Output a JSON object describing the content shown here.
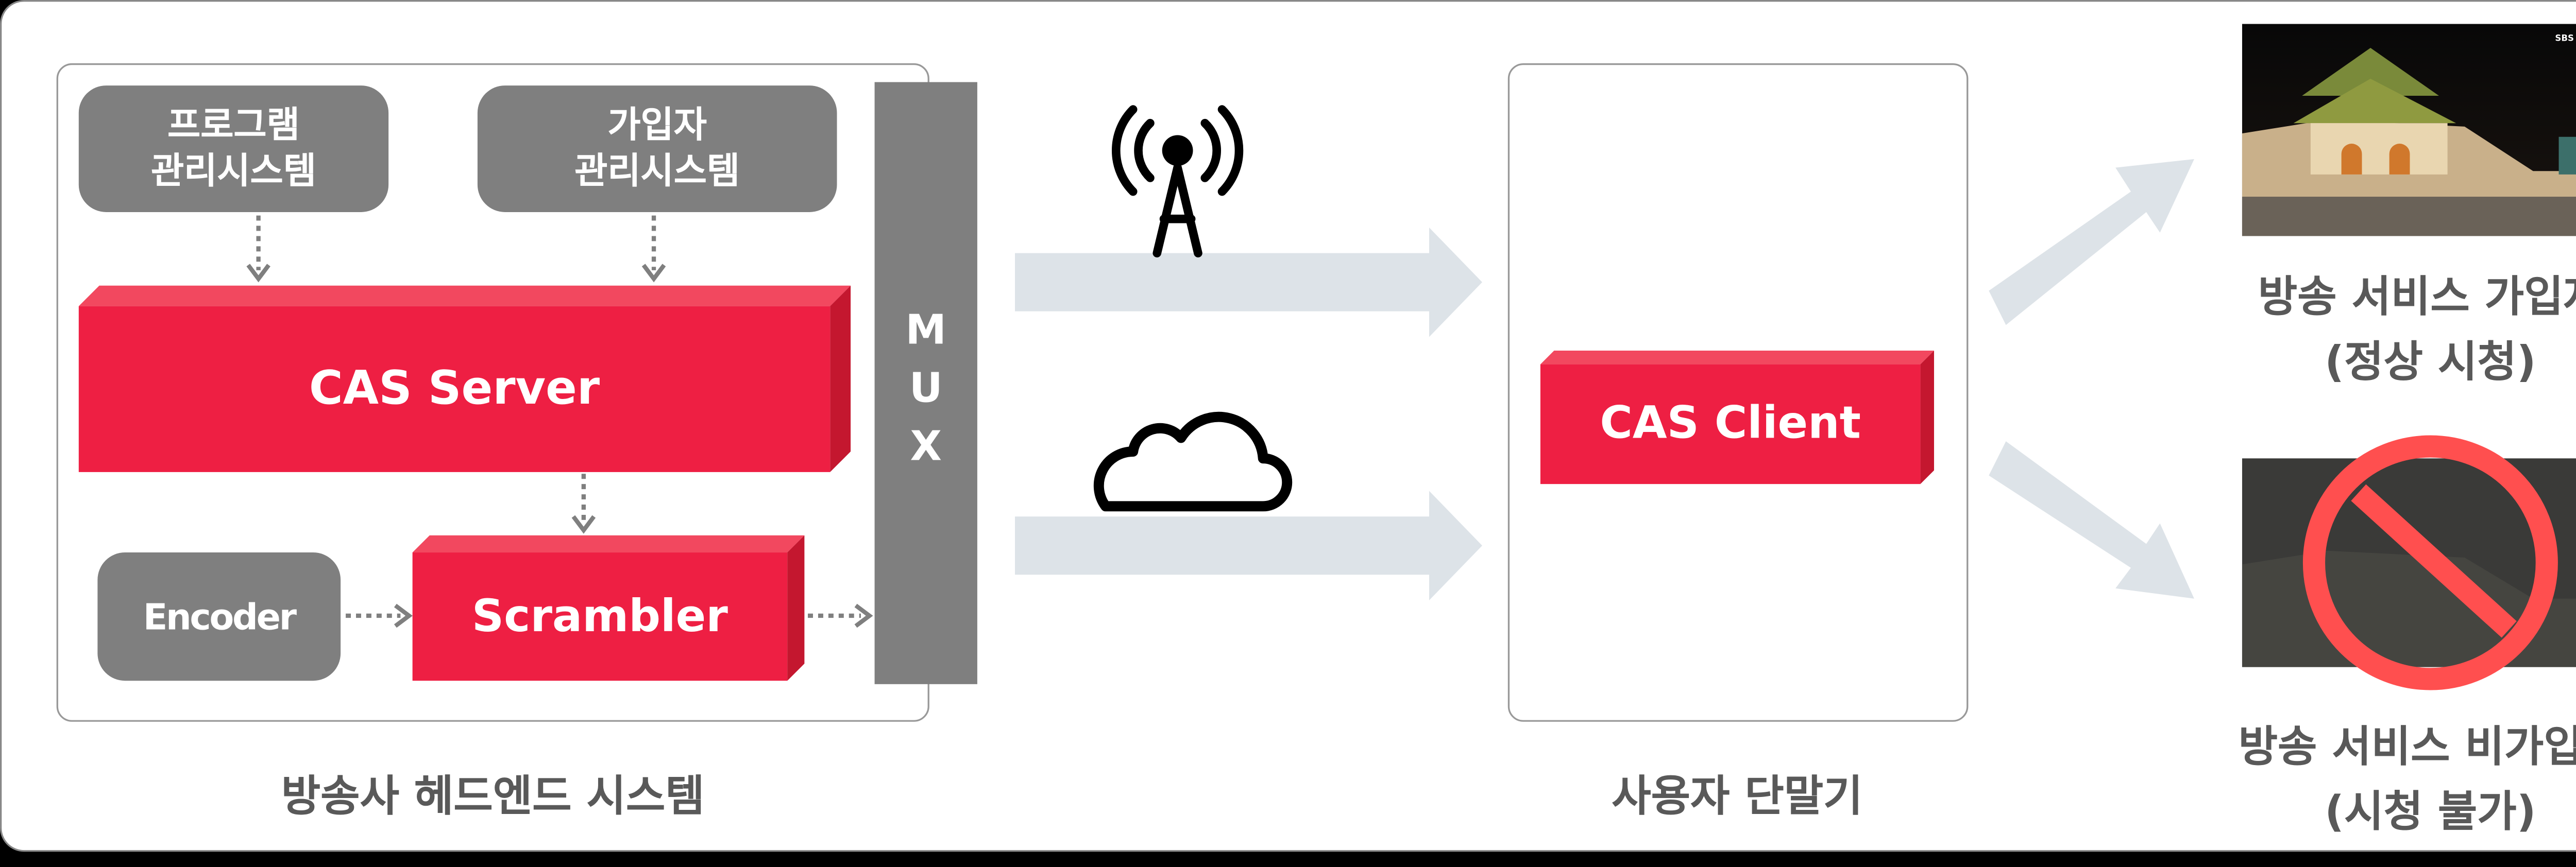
{
  "headend": {
    "title": "방송사 헤드엔드 시스템",
    "program_mgmt": [
      "프로그램",
      "관리시스템"
    ],
    "subscriber_mgmt": [
      "가입자",
      "관리시스템"
    ],
    "cas_server": "CAS Server",
    "encoder": "Encoder",
    "scrambler": "Scrambler",
    "mux": [
      "M",
      "U",
      "X"
    ]
  },
  "transmission": {
    "icons": [
      "broadcast-tower-icon",
      "cloud-icon"
    ]
  },
  "terminal": {
    "title": "사용자 단말기",
    "cas_client": "CAS Client"
  },
  "outcomes": {
    "subscriber": [
      "방송 서비스 가입자",
      "(정상 시청)"
    ],
    "non_subscriber": [
      "방송 서비스 비가입자",
      "(시청 불가)"
    ],
    "logo": "SBS UHD"
  },
  "colors": {
    "accent_red": "#ee1f43",
    "gray": "#7f7f7f",
    "arrow": "#dde3e8",
    "prohibit": "#ff4f4f"
  }
}
